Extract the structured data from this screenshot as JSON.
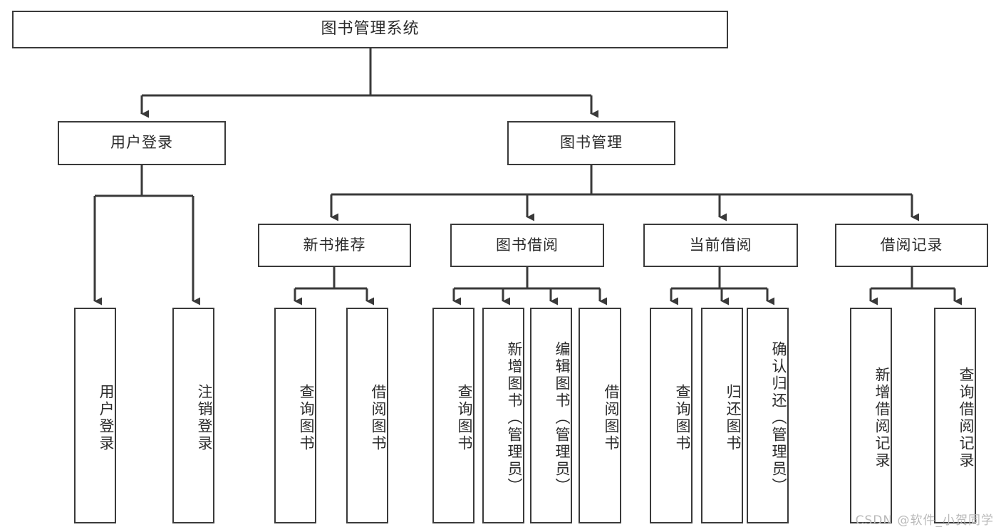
{
  "diagram": {
    "title": "图书管理系统",
    "type": "tree",
    "orientation": "top-down",
    "colors": {
      "box_border": "#3a3a3a",
      "box_fill": "#ffffff",
      "connector": "#3a3a3a",
      "text": "#2b2b2b",
      "watermark": "#b9b9b9"
    },
    "root": {
      "label": "图书管理系统"
    },
    "level1": [
      {
        "label": "用户登录"
      },
      {
        "label": "图书管理"
      }
    ],
    "level2": [
      {
        "label": "新书推荐"
      },
      {
        "label": "图书借阅"
      },
      {
        "label": "当前借阅"
      },
      {
        "label": "借阅记录"
      }
    ],
    "leaves": {
      "user_login": [
        {
          "label": "用户登录"
        },
        {
          "label": "注销登录"
        }
      ],
      "new_book_recommend": [
        {
          "label": "查询图书"
        },
        {
          "label": "借阅图书"
        }
      ],
      "book_borrow": [
        {
          "label": "查询图书"
        },
        {
          "label": "新增图书（管理员）"
        },
        {
          "label": "编辑图书（管理员）"
        },
        {
          "label": "借阅图书"
        }
      ],
      "current_borrow": [
        {
          "label": "查询图书"
        },
        {
          "label": "归还图书"
        },
        {
          "label": "确认归还（管理员）"
        }
      ],
      "borrow_record": [
        {
          "label": "新增借阅记录"
        },
        {
          "label": "查询借阅记录"
        }
      ]
    },
    "watermark": "CSDN @软件_小贺同学"
  }
}
